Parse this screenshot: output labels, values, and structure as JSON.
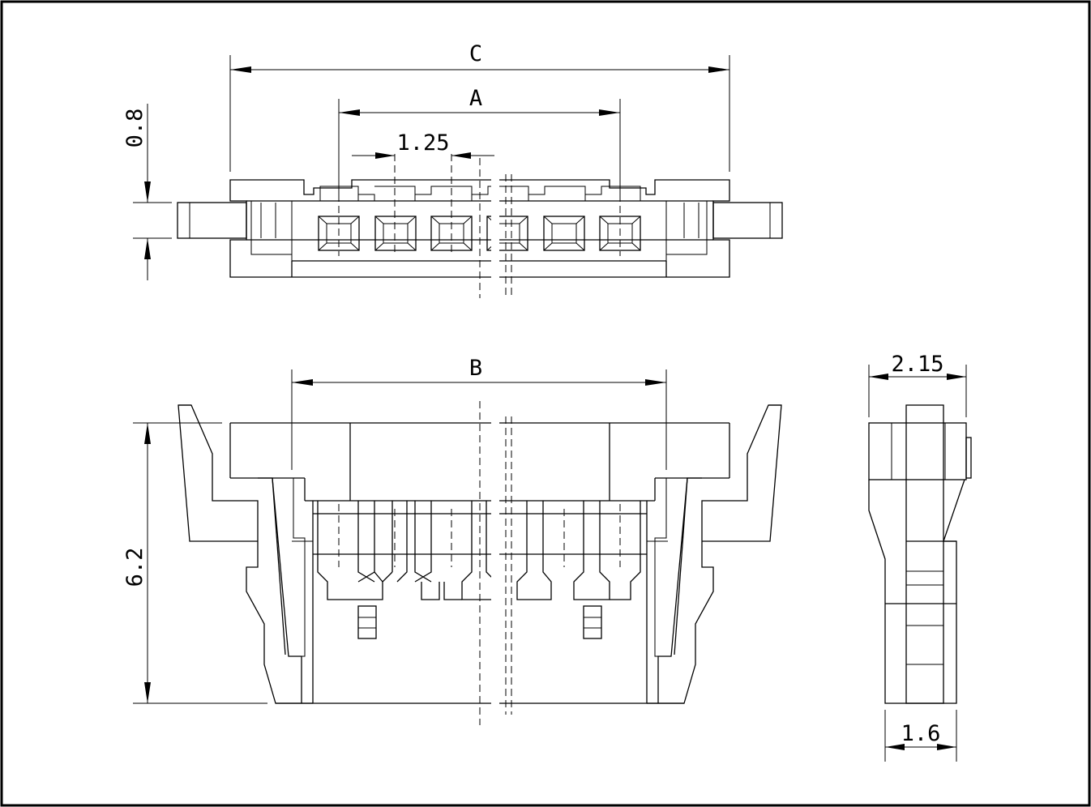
{
  "drawing": {
    "line_color": "#000000",
    "background": "#ffffff",
    "dimensions": {
      "overall_width": "C",
      "pin_span": "A",
      "pitch": "1.25",
      "thickness": "0.8",
      "inner_width": "B",
      "height": "6.2",
      "side_depth": "2.15",
      "side_base": "1.6"
    }
  }
}
